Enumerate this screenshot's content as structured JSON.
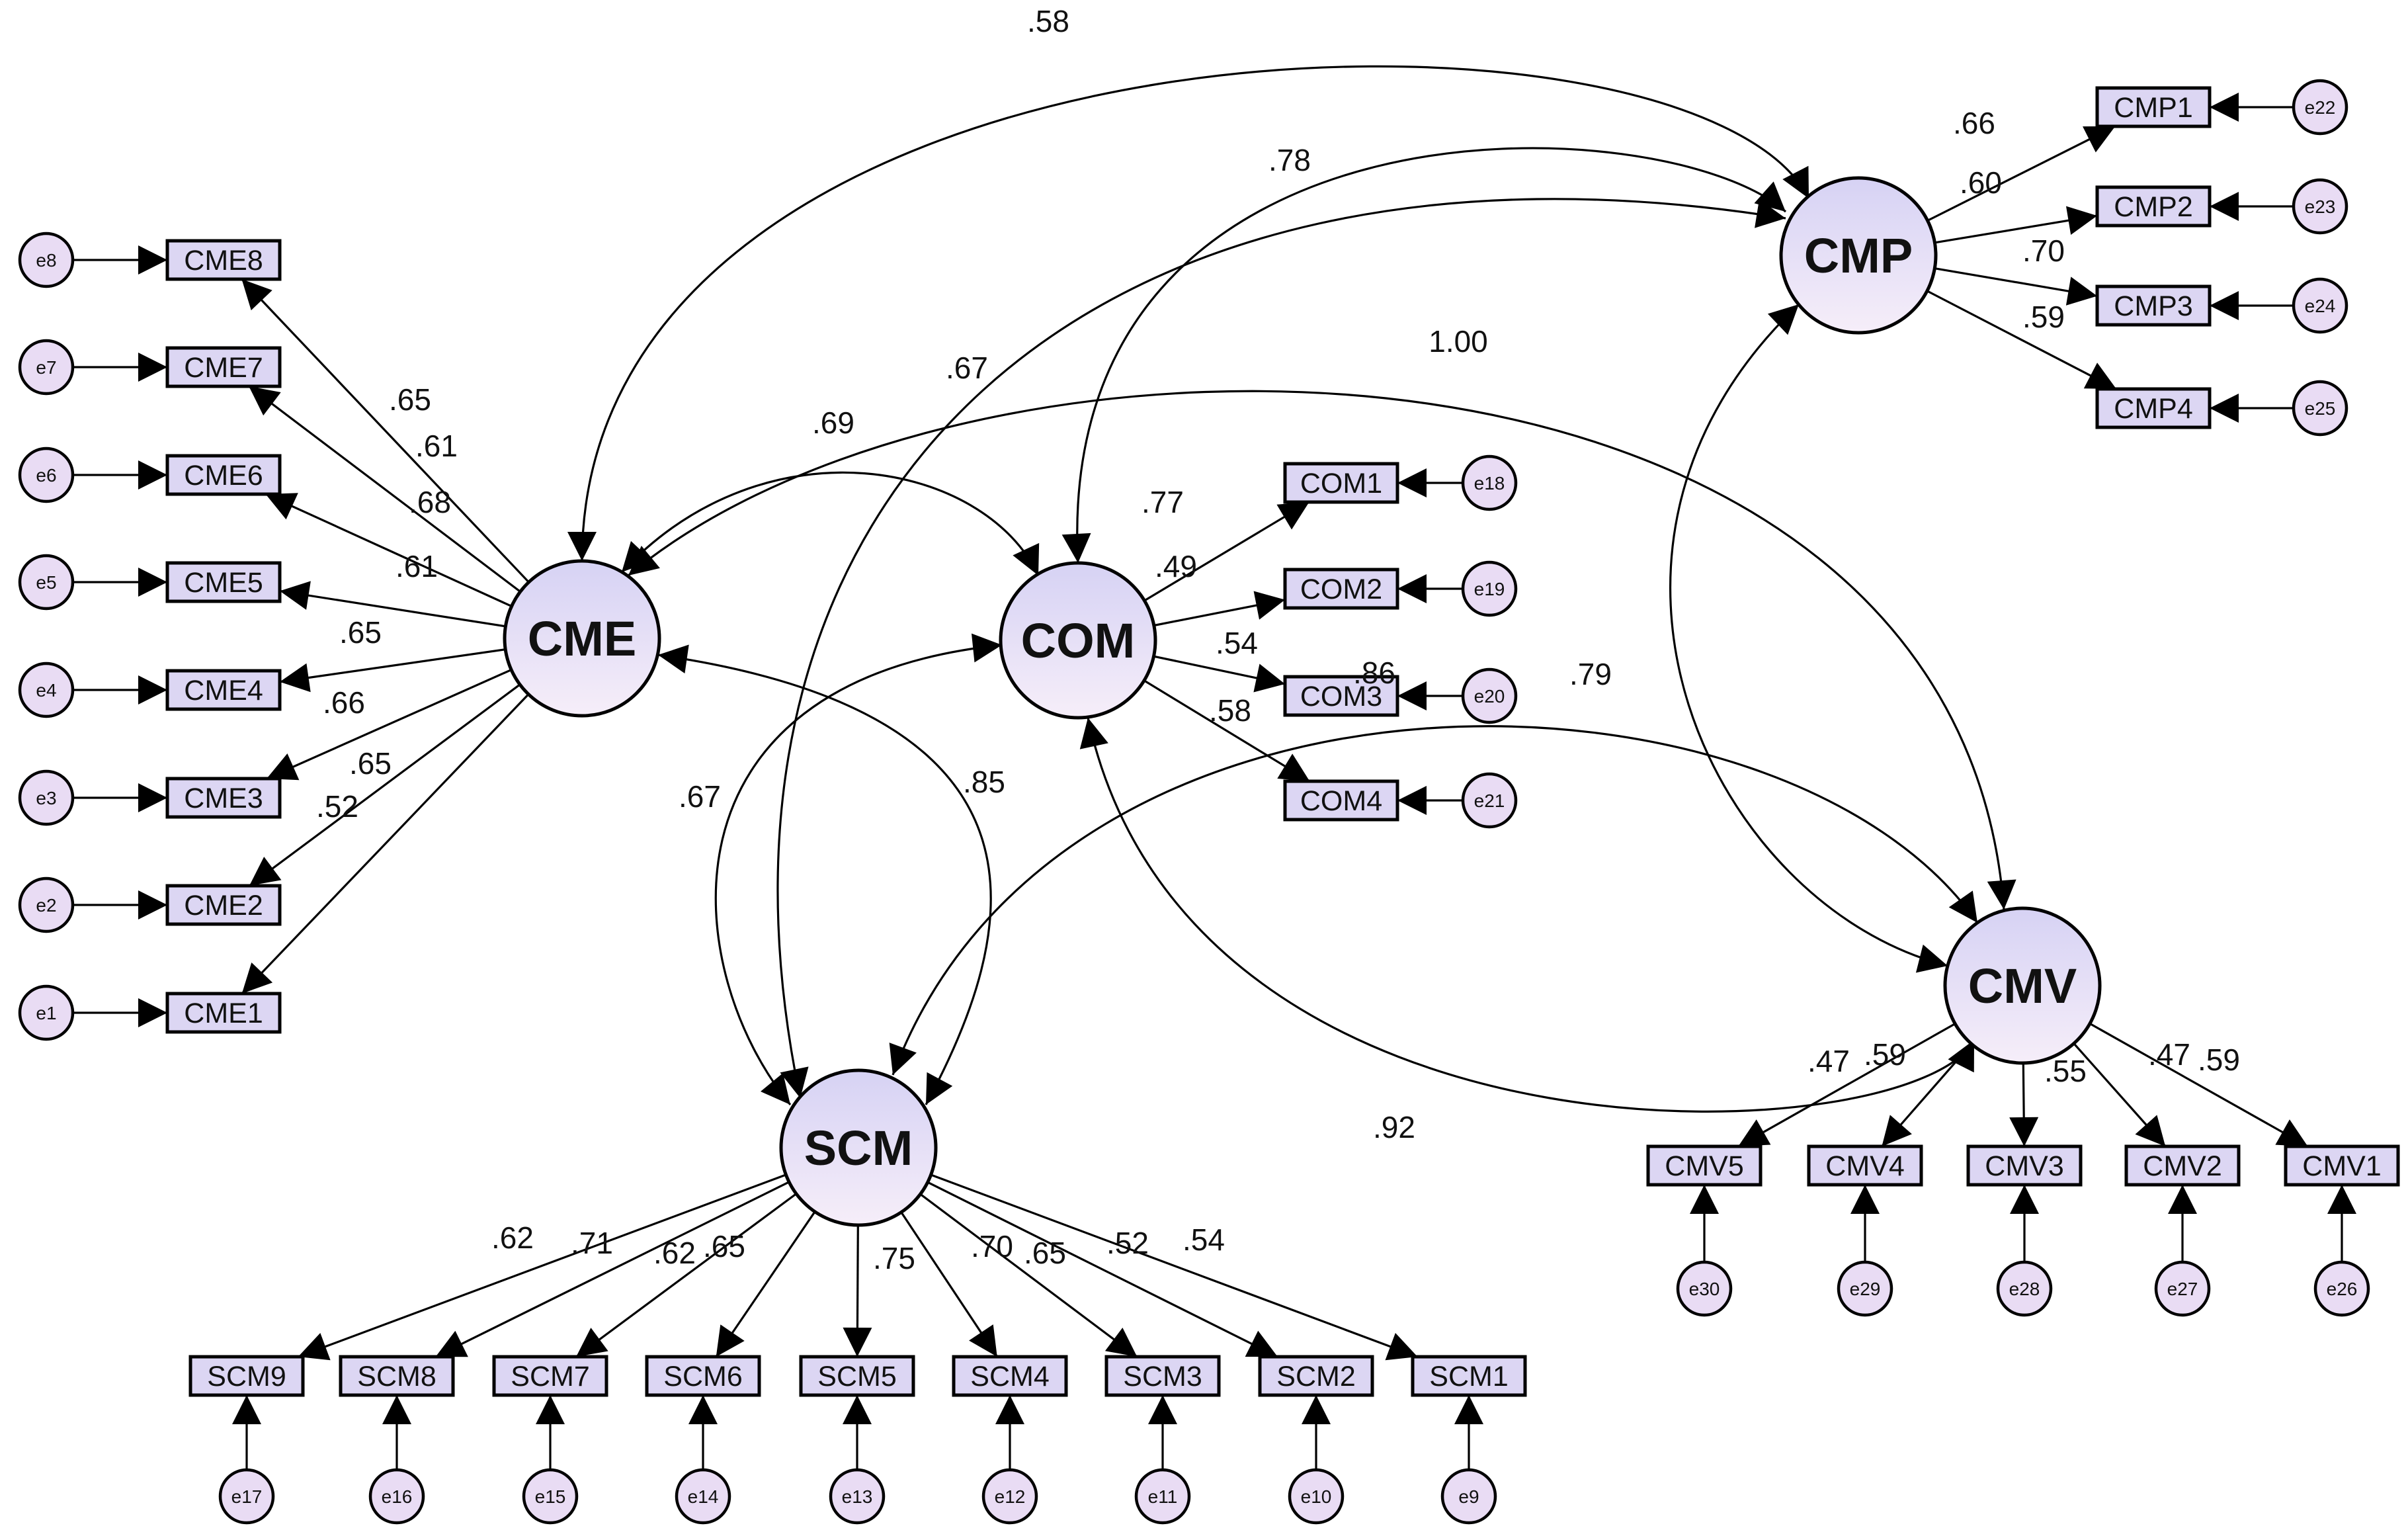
{
  "colors": {
    "latent_fill_top": "#d6d2f4",
    "latent_fill_bottom": "#f6eef9",
    "box_fill": "#dcd6f3",
    "error_fill": "#e9dcf4",
    "stroke": "#000000"
  },
  "latent": {
    "CME": "CME",
    "COM": "COM",
    "CMP": "CMP",
    "SCM": "SCM",
    "CMV": "CMV"
  },
  "observed": {
    "CME8": "CME8",
    "CME7": "CME7",
    "CME6": "CME6",
    "CME5": "CME5",
    "CME4": "CME4",
    "CME3": "CME3",
    "CME2": "CME2",
    "CME1": "CME1",
    "COM1": "COM1",
    "COM2": "COM2",
    "COM3": "COM3",
    "COM4": "COM4",
    "CMP1": "CMP1",
    "CMP2": "CMP2",
    "CMP3": "CMP3",
    "CMP4": "CMP4",
    "SCM9": "SCM9",
    "SCM8": "SCM8",
    "SCM7": "SCM7",
    "SCM6": "SCM6",
    "SCM5": "SCM5",
    "SCM4": "SCM4",
    "SCM3": "SCM3",
    "SCM2": "SCM2",
    "SCM1": "SCM1",
    "CMV5": "CMV5",
    "CMV4": "CMV4",
    "CMV3": "CMV3",
    "CMV2": "CMV2",
    "CMV1": "CMV1"
  },
  "errors": {
    "e1": "e1",
    "e2": "e2",
    "e3": "e3",
    "e4": "e4",
    "e5": "e5",
    "e6": "e6",
    "e7": "e7",
    "e8": "e8",
    "e9": "e9",
    "e10": "e10",
    "e11": "e11",
    "e12": "e12",
    "e13": "e13",
    "e14": "e14",
    "e15": "e15",
    "e16": "e16",
    "e17": "e17",
    "e18": "e18",
    "e19": "e19",
    "e20": "e20",
    "e21": "e21",
    "e22": "e22",
    "e23": "e23",
    "e24": "e24",
    "e25": "e25",
    "e26": "e26",
    "e27": "e27",
    "e28": "e28",
    "e29": "e29",
    "e30": "e30"
  },
  "loadings": {
    "CME8": ".65",
    "CME7": ".61",
    "CME6": ".68",
    "CME5": ".61",
    "CME4": ".65",
    "CME3": ".66",
    "CME2": ".65",
    "CME1": ".52",
    "COM1": ".77",
    "COM2": ".49",
    "COM3": ".54",
    "COM4": ".58",
    "CMP1": ".66",
    "CMP2": ".60",
    "CMP3": ".70",
    "CMP4": ".59",
    "SCM9": ".62",
    "SCM8": ".71",
    "SCM7": ".62",
    "SCM6": ".65",
    "SCM5": ".75",
    "SCM4": ".70",
    "SCM3": ".65",
    "SCM2": ".52",
    "SCM1": ".54",
    "CMV5": ".47",
    "CMV4": ".59",
    "CMV3": ".55",
    "CMV2": ".47",
    "CMV1": ".59"
  },
  "correlations": {
    "CME_CMP": ".58",
    "COM_CMP": ".78",
    "SCM_CMP": ".67",
    "CME_CMV": "1.00",
    "CME_COM": ".69",
    "CME_SCM": ".85",
    "COM_SCM": ".67",
    "COM_CMV": ".92",
    "SCM_CMV": ".86",
    "CMP_CMV": ".79"
  }
}
